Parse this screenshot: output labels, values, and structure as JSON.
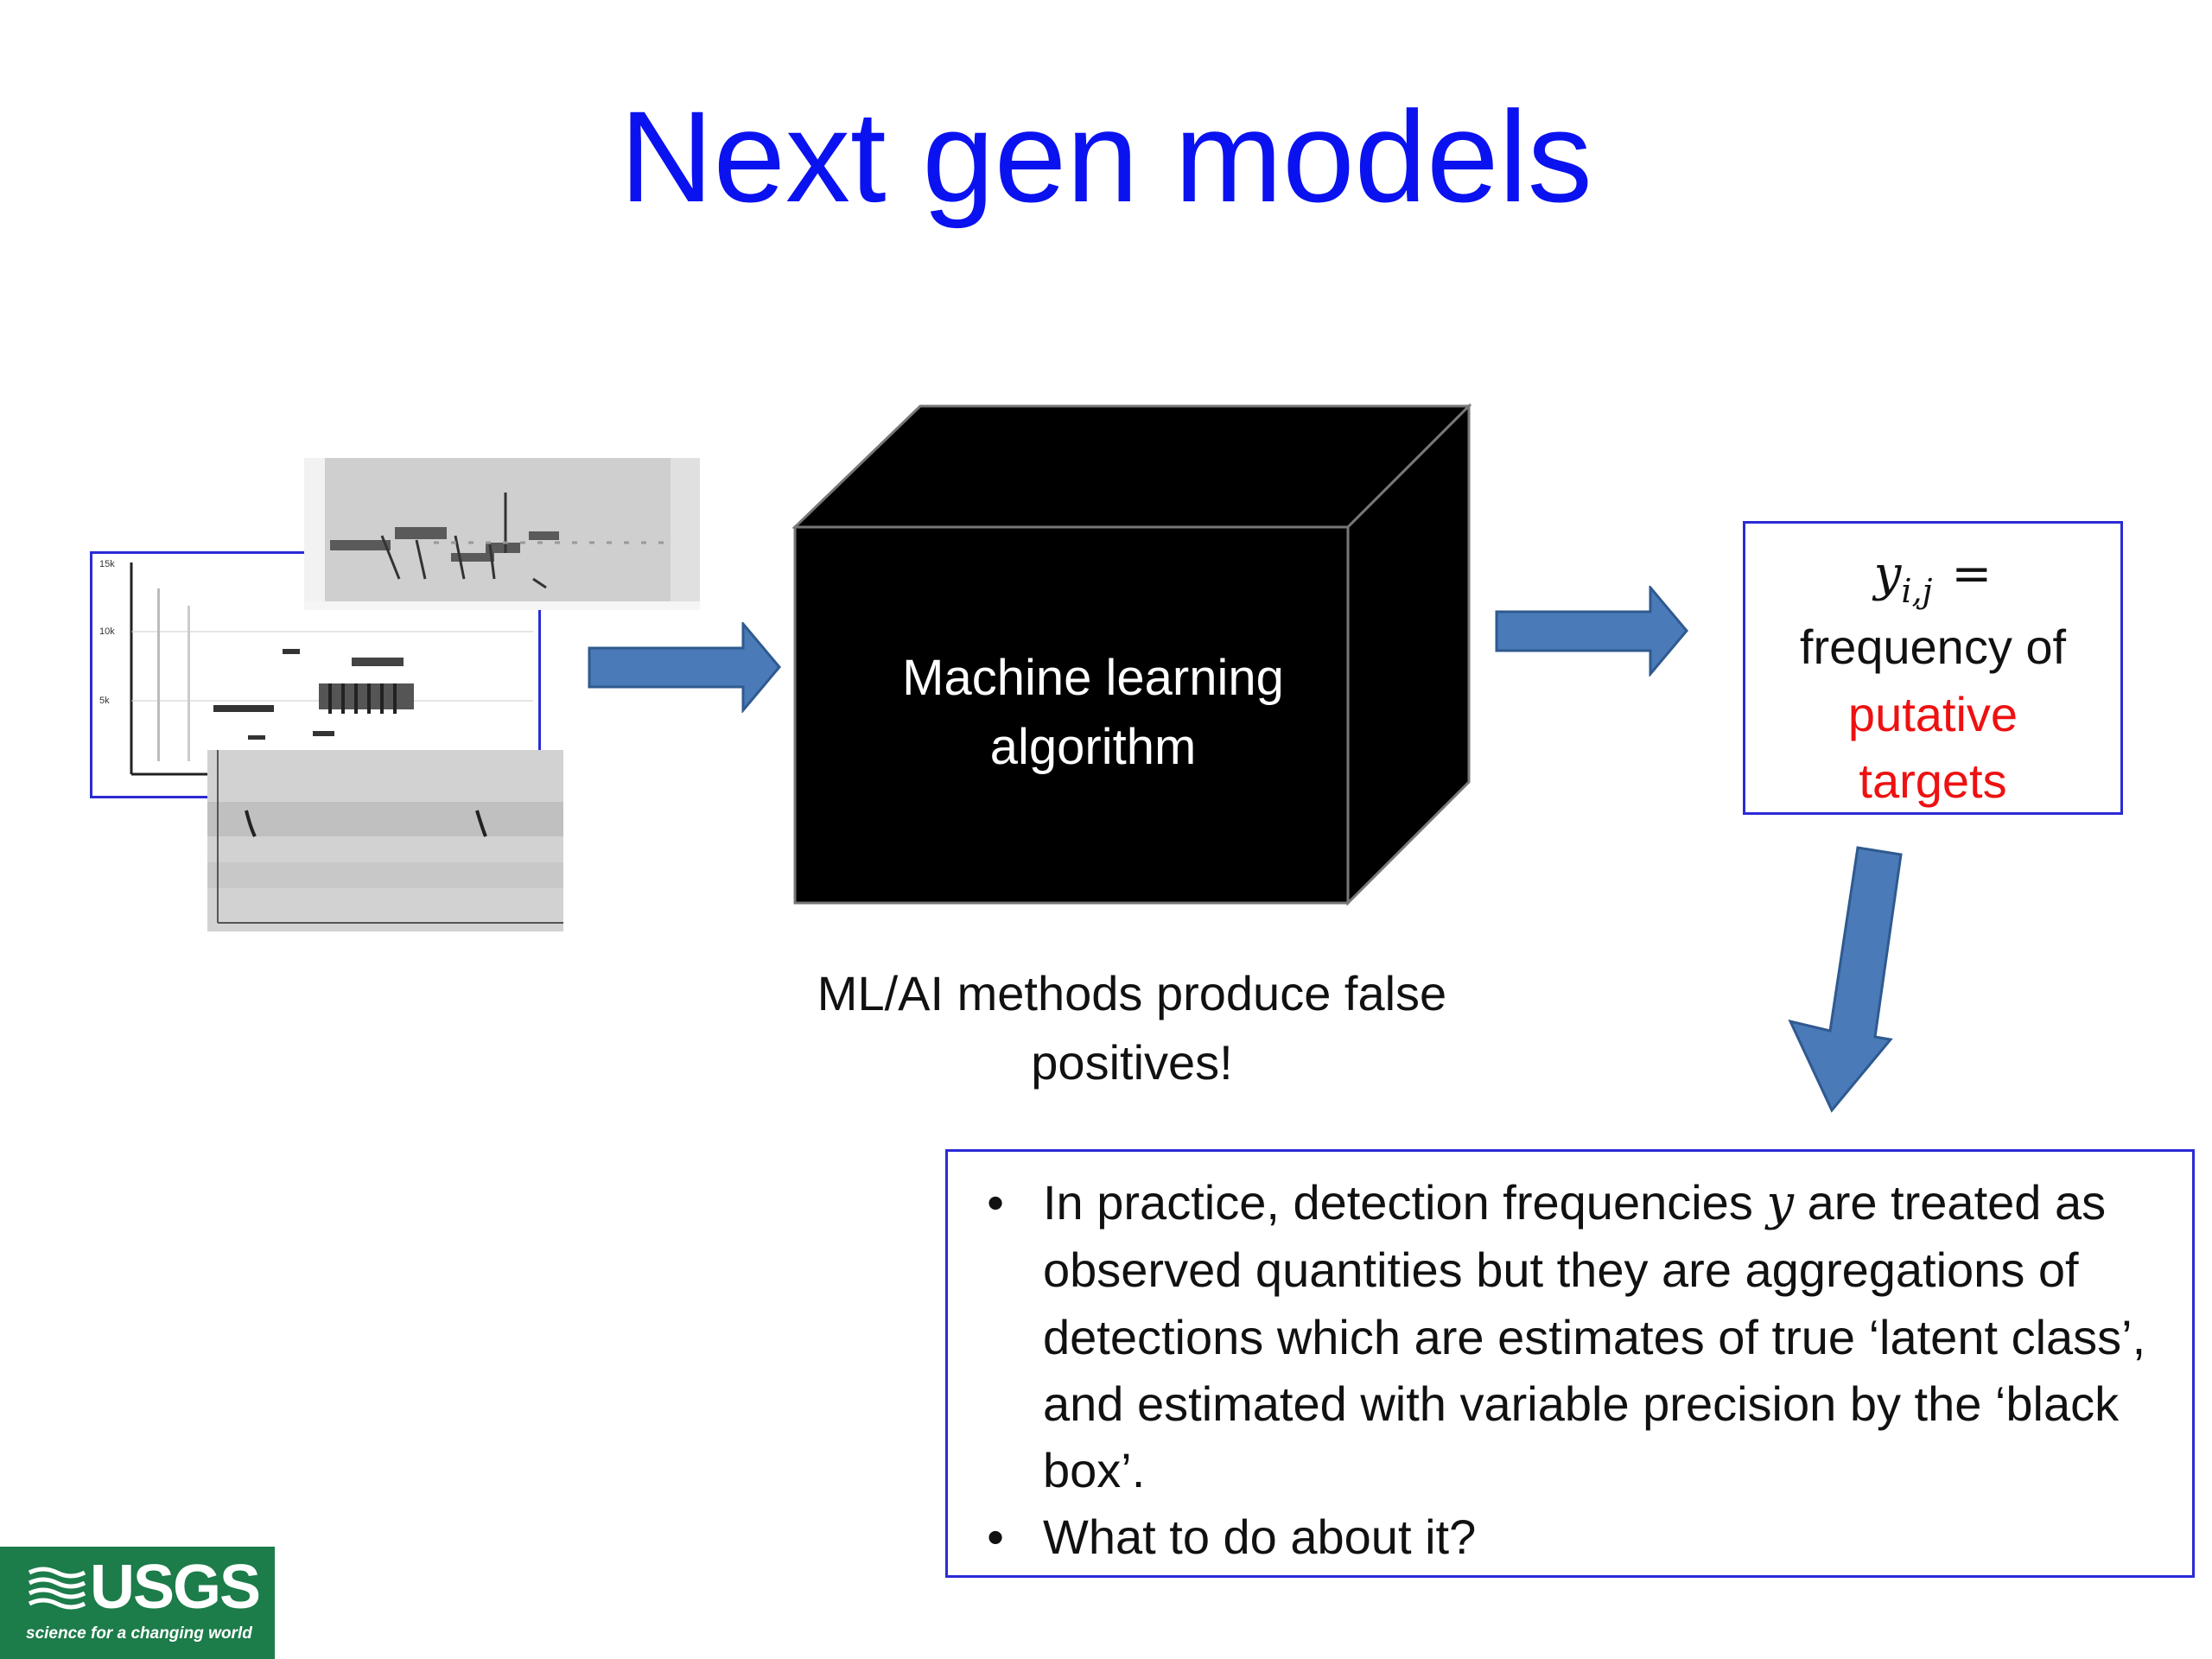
{
  "slide": {
    "title": "Next gen models"
  },
  "diagram": {
    "black_box_label": "Machine learning algorithm",
    "caption": "ML/AI methods produce false positives!",
    "output": {
      "math_var": "y",
      "math_sub": "i,j",
      "math_eq": "=",
      "line1": "frequency of",
      "highlight": "putative targets",
      "highlight_color": "#ee1111"
    },
    "spectrogram_tick_labels": [
      "15k",
      "10k",
      "5k"
    ]
  },
  "notes": {
    "bullet_1": {
      "before": "In practice, detection frequencies ",
      "math": "y",
      "after": " are treated as observed quantities but they are aggregations of detections which are estimates of true ‘latent class’, and estimated with variable precision by the ‘black box’."
    },
    "bullet_2": "What to do about it?",
    "bullet_symbol": "•"
  },
  "logo": {
    "name": "USGS",
    "tagline": "science for a changing world",
    "color": "#1c7c4a"
  },
  "colors": {
    "title": "#0b12f0",
    "arrow_fill": "#4a7ab8",
    "arrow_stroke": "#2f5a8f",
    "box_border": "#2b2bd6"
  }
}
